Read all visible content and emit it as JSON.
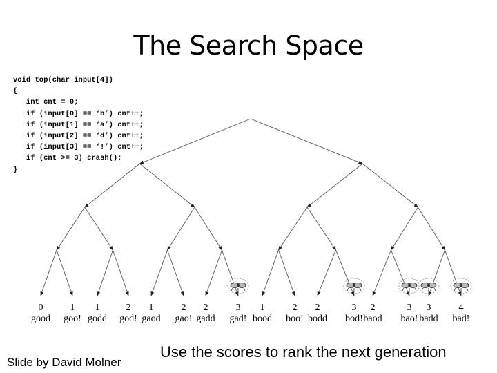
{
  "title": "The Search Space",
  "code_lines": [
    "void top(char input[4])",
    "{",
    "   int cnt = 0;",
    "   if (input[0] == ‘b’) cnt++;",
    "   if (input[1] == ‘a’) cnt++;",
    "   if (input[2] == ‘d’) cnt++;",
    "   if (input[3] == ‘!’) cnt++;",
    "   if (cnt >= 3) crash();",
    "}"
  ],
  "leaves": [
    {
      "score": "0",
      "word": "good",
      "bug": false
    },
    {
      "score": "1",
      "word": "goo!",
      "bug": false
    },
    {
      "score": "1",
      "word": "godd",
      "bug": false
    },
    {
      "score": "2",
      "word": "god!",
      "bug": false
    },
    {
      "score": "1",
      "word": "gaod",
      "bug": false
    },
    {
      "score": "2",
      "word": "gao!",
      "bug": false
    },
    {
      "score": "2",
      "word": "gadd",
      "bug": false
    },
    {
      "score": "3",
      "word": "gad!",
      "bug": true
    },
    {
      "score": "1",
      "word": "bood",
      "bug": false
    },
    {
      "score": "2",
      "word": "boo!",
      "bug": false
    },
    {
      "score": "2",
      "word": "bodd",
      "bug": false
    },
    {
      "score": "3",
      "word": "bod!",
      "bug": true
    },
    {
      "score": "2",
      "word": "baod",
      "bug": false
    },
    {
      "score": "3",
      "word": "bao!",
      "bug": true
    },
    {
      "score": "3",
      "word": "badd",
      "bug": true
    },
    {
      "score": "4",
      "word": "bad!",
      "bug": true
    }
  ],
  "credit": "Slide by David Molner",
  "caption": "Use the scores to rank the next generation"
}
